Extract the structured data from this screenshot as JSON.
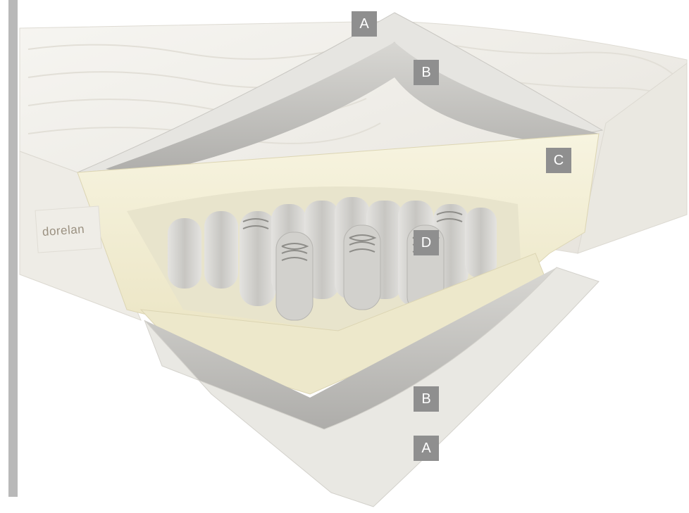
{
  "brand": {
    "name": "dorelan"
  },
  "labels": {
    "top_cover": "A",
    "top_padding": "B",
    "foam_frame": "C",
    "spring_core": "D",
    "bottom_padding": "B",
    "bottom_cover": "A"
  },
  "colors": {
    "badge": "#8f8f8f",
    "badge_text": "#ffffff",
    "side_bar": "#b9b9b9",
    "quilt": "#f1efe9",
    "padding": "#c9c8c4",
    "foam": "#f3efd5",
    "spring_pocket": "#d9d8d5"
  }
}
